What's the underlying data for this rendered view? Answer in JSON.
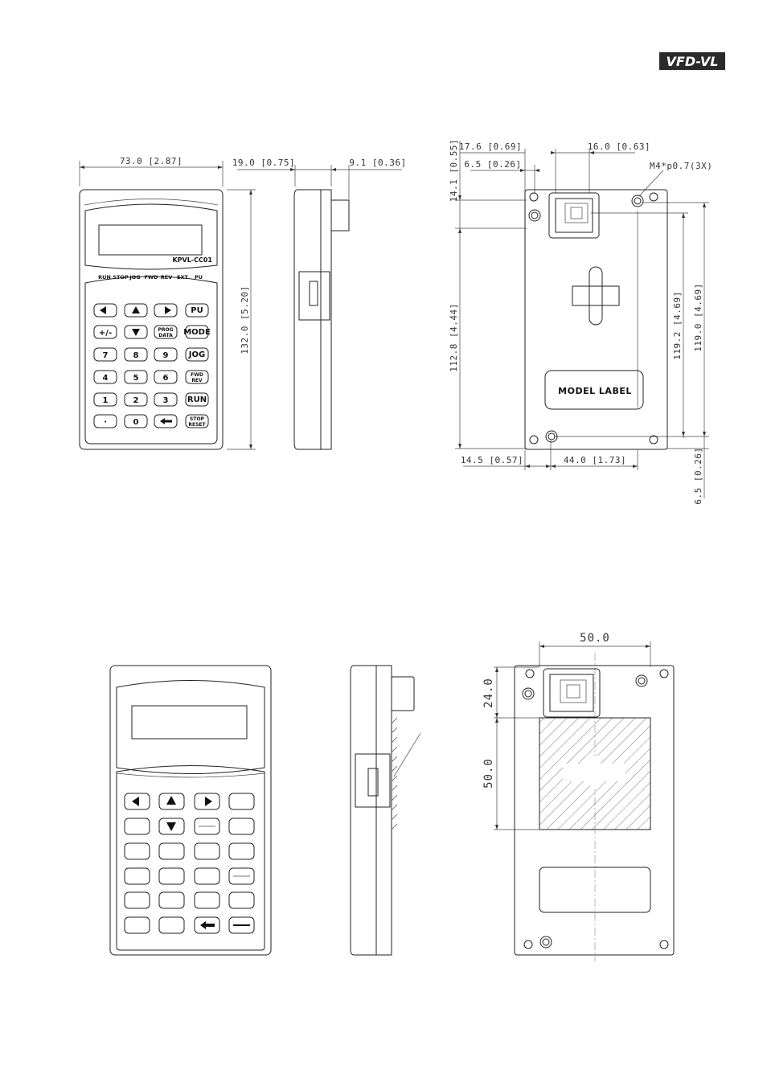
{
  "header": {
    "brand_logo": "VFD-VL"
  },
  "keypad_front": {
    "model": "KPVL-CC01",
    "indicators": [
      "RUN",
      "STOP",
      "JOG",
      "FWD",
      "REV",
      "EXT",
      "PU"
    ],
    "keys": [
      {
        "label": "",
        "icon": "left-arrow-icon"
      },
      {
        "label": "",
        "icon": "up-arrow-icon"
      },
      {
        "label": "",
        "icon": "right-arrow-icon"
      },
      {
        "label": "PU"
      },
      {
        "label": "+/-"
      },
      {
        "label": "",
        "icon": "down-arrow-icon"
      },
      {
        "label": "PROG",
        "label2": "DATA"
      },
      {
        "label": "MODE"
      },
      {
        "label": "7"
      },
      {
        "label": "8"
      },
      {
        "label": "9"
      },
      {
        "label": "JOG"
      },
      {
        "label": "4"
      },
      {
        "label": "5"
      },
      {
        "label": "6"
      },
      {
        "label": "FWD",
        "label2": "REV"
      },
      {
        "label": "1"
      },
      {
        "label": "2"
      },
      {
        "label": "3"
      },
      {
        "label": "RUN"
      },
      {
        "label": "·"
      },
      {
        "label": "0"
      },
      {
        "label": "",
        "icon": "back-arrow-icon"
      },
      {
        "label": "STOP",
        "label2": "RESET"
      }
    ]
  },
  "dimensions": {
    "front_width": "73.0 [2.87]",
    "front_height": "132.0 [5.20]",
    "side_depth": "19.0 [0.75]",
    "side_connector": "9.1 [0.36]",
    "back_17_6": "17.6 [0.69]",
    "back_16_0": "16.0 [0.63]",
    "back_6_5_top": "6.5 [0.26]",
    "back_screw": "M4*p0.7(3X)",
    "back_14_1": "14.1 [0.55]",
    "back_112_8": "112.8 [4.44]",
    "back_119_2": "119.2 [4.69]",
    "back_119_0": "119.0 [4.69]",
    "back_14_5": "14.5 [0.57]",
    "back_44_0": "44.0 [1.73]",
    "back_6_5_bottom": "6.5 [0.26]",
    "model_label": "MODEL LABEL",
    "bottom_50_w": "50.0",
    "bottom_24": "24.0",
    "bottom_50_h": "50.0"
  }
}
